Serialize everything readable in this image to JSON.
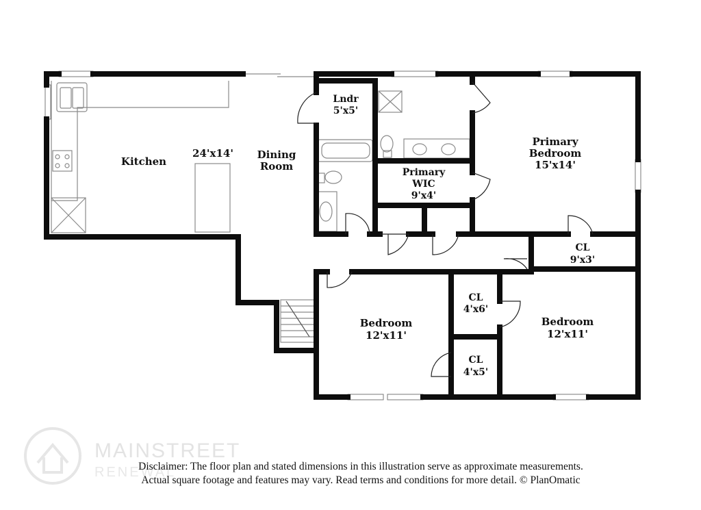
{
  "rooms": {
    "kitchen": {
      "name": "Kitchen",
      "dims": "24'x14'"
    },
    "dining": {
      "name_line1": "Dining",
      "name_line2": "Room"
    },
    "laundry": {
      "name": "Lndr",
      "dims": "5'x5'"
    },
    "primary_bedroom": {
      "name_line1": "Primary",
      "name_line2": "Bedroom",
      "dims": "15'x14'"
    },
    "primary_wic": {
      "name_line1": "Primary",
      "name_line2": "WIC",
      "dims": "9'x4'"
    },
    "closet_hall": {
      "name": "CL",
      "dims": "9'x3'"
    },
    "closet_a": {
      "name": "CL",
      "dims": "4'x6'"
    },
    "closet_b": {
      "name": "CL",
      "dims": "4'x5'"
    },
    "bedroom_left": {
      "name": "Bedroom",
      "dims": "12'x11'"
    },
    "bedroom_right": {
      "name": "Bedroom",
      "dims": "12'x11'"
    }
  },
  "watermark": {
    "brand": "MAINSTREET",
    "sub": "RENEWAL"
  },
  "disclaimer": {
    "line1": "Disclaimer: The floor plan and stated dimensions in this illustration serve as approximate measurements.",
    "line2": "Actual square footage and features may vary. Read terms and conditions for more detail. © PlanOmatic"
  }
}
